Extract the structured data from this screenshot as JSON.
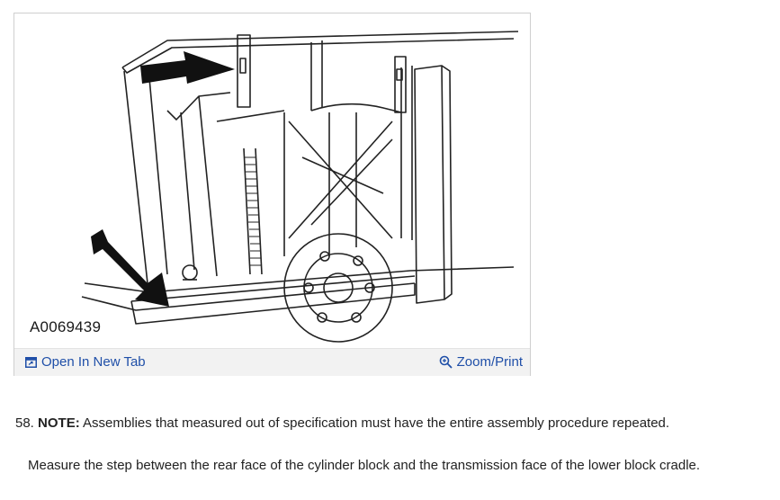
{
  "figure": {
    "code": "A0069439",
    "open_tab_label": "Open In New Tab",
    "zoom_label": "Zoom/Print",
    "icons": [
      "open-in-new-tab-icon",
      "magnifier-icon"
    ]
  },
  "step": {
    "number": "58.",
    "note_label": "NOTE:",
    "note_text": "Assemblies that measured out of specification must have the entire assembly procedure repeated.",
    "instruction": "Measure the step between the rear face of the cylinder block and the transmission face of the lower block cradle."
  },
  "colors": {
    "link": "#1f4fa8",
    "toolbar_bg": "#f2f2f2",
    "frame_border": "#cfcfcf"
  }
}
